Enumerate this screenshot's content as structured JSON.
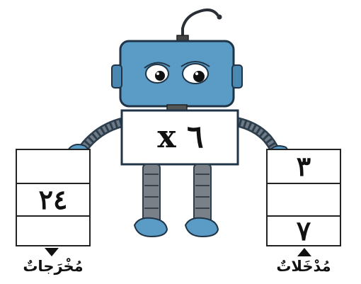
{
  "machine": {
    "operation_label": "٦ x"
  },
  "outputs": {
    "cells": [
      "",
      "٢٤",
      ""
    ],
    "label": "مُخْرَجاتٌ"
  },
  "inputs": {
    "cells": [
      "٣",
      "",
      "٧"
    ],
    "label": "مُدْخَلاتٌ"
  },
  "colors": {
    "robot_blue": "#5b9cc7",
    "robot_dark": "#2d3e4d",
    "leg_gray": "#7a8088",
    "outline": "#222222"
  }
}
